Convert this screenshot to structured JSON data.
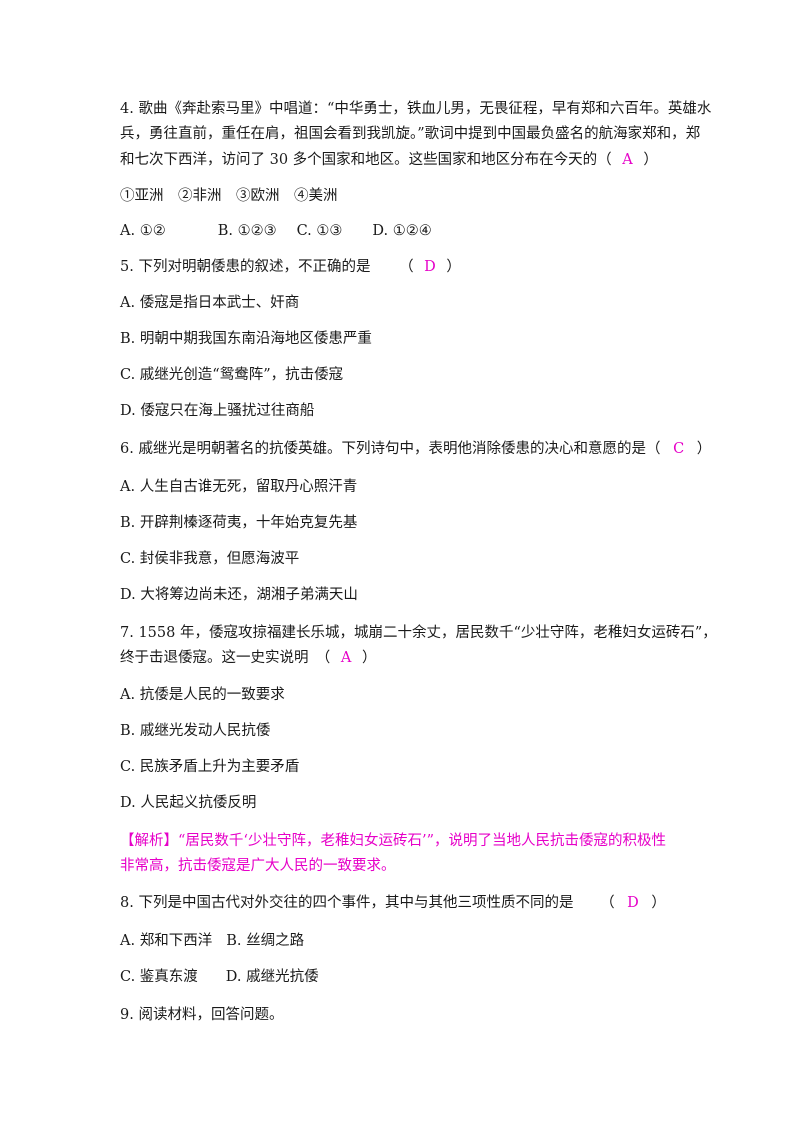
{
  "q4": {
    "line1": "4. 歌曲《奔赴索马里》中唱道：“中华勇士，铁血儿男，无畏征程，早有郑和六百年。英雄水",
    "line2": "兵，勇往直前，重任在肩，祖国会看到我凯旋。”歌词中提到中国最负盛名的航海家郑和，郑",
    "line3_pre": "和七次下西洋，访问了 30 多个国家和地区。这些国家和地区分布在今天的（",
    "answer": "A",
    "close": "）",
    "items": "①亚洲　②非洲　③欧洲　④美洲",
    "options": [
      "A. ①②",
      "B. ①②③",
      "C. ①③",
      "D. ①②④"
    ]
  },
  "q5": {
    "stem": "5. 下列对明朝倭患的叙述，不正确的是",
    "open": "（",
    "answer": "D",
    "close": "）",
    "options": [
      "A. 倭寇是指日本武士、奸商",
      "B. 明朝中期我国东南沿海地区倭患严重",
      "C. 戚继光创造“鸳鸯阵”，抗击倭寇",
      "D. 倭寇只在海上骚扰过往商船"
    ]
  },
  "q6": {
    "stem": "6. 戚继光是明朝著名的抗倭英雄。下列诗句中，表明他消除倭患的决心和意愿的是（",
    "answer": "C",
    "close": "）",
    "options": [
      "A. 人生自古谁无死，留取丹心照汗青",
      "B. 开辟荆榛逐荷夷，十年始克复先基",
      "C. 封侯非我意，但愿海波平",
      "D. 大将筹边尚未还，湖湘子弟满天山"
    ]
  },
  "q7": {
    "line1": "7. 1558 年，倭寇攻掠福建长乐城，城崩二十余丈，居民数千“少壮守阵，老稚妇女运砖石”，",
    "line2_pre": "终于击退倭寇。这一史实说明　（",
    "answer": "A",
    "close": "）",
    "options": [
      "A. 抗倭是人民的一致要求",
      "B. 戚继光发动人民抗倭",
      "C. 民族矛盾上升为主要矛盾",
      "D. 人民起义抗倭反明"
    ],
    "analysis_line1": "【解析】“居民数千‘少壮守阵，老稚妇女运砖石’”，说明了当地人民抗击倭寇的积极性",
    "analysis_line2": "非常高，抗击倭寇是广大人民的一致要求。"
  },
  "q8": {
    "stem": "8. 下列是中国古代对外交往的四个事件，其中与其他三项性质不同的是",
    "open": "（",
    "answer": "D",
    "close": "）",
    "options": [
      "A. 郑和下西洋",
      "B. 丝绸之路",
      "C. 鉴真东渡",
      "D. 戚继光抗倭"
    ]
  },
  "q9": {
    "stem": "9. 阅读材料，回答问题。"
  }
}
